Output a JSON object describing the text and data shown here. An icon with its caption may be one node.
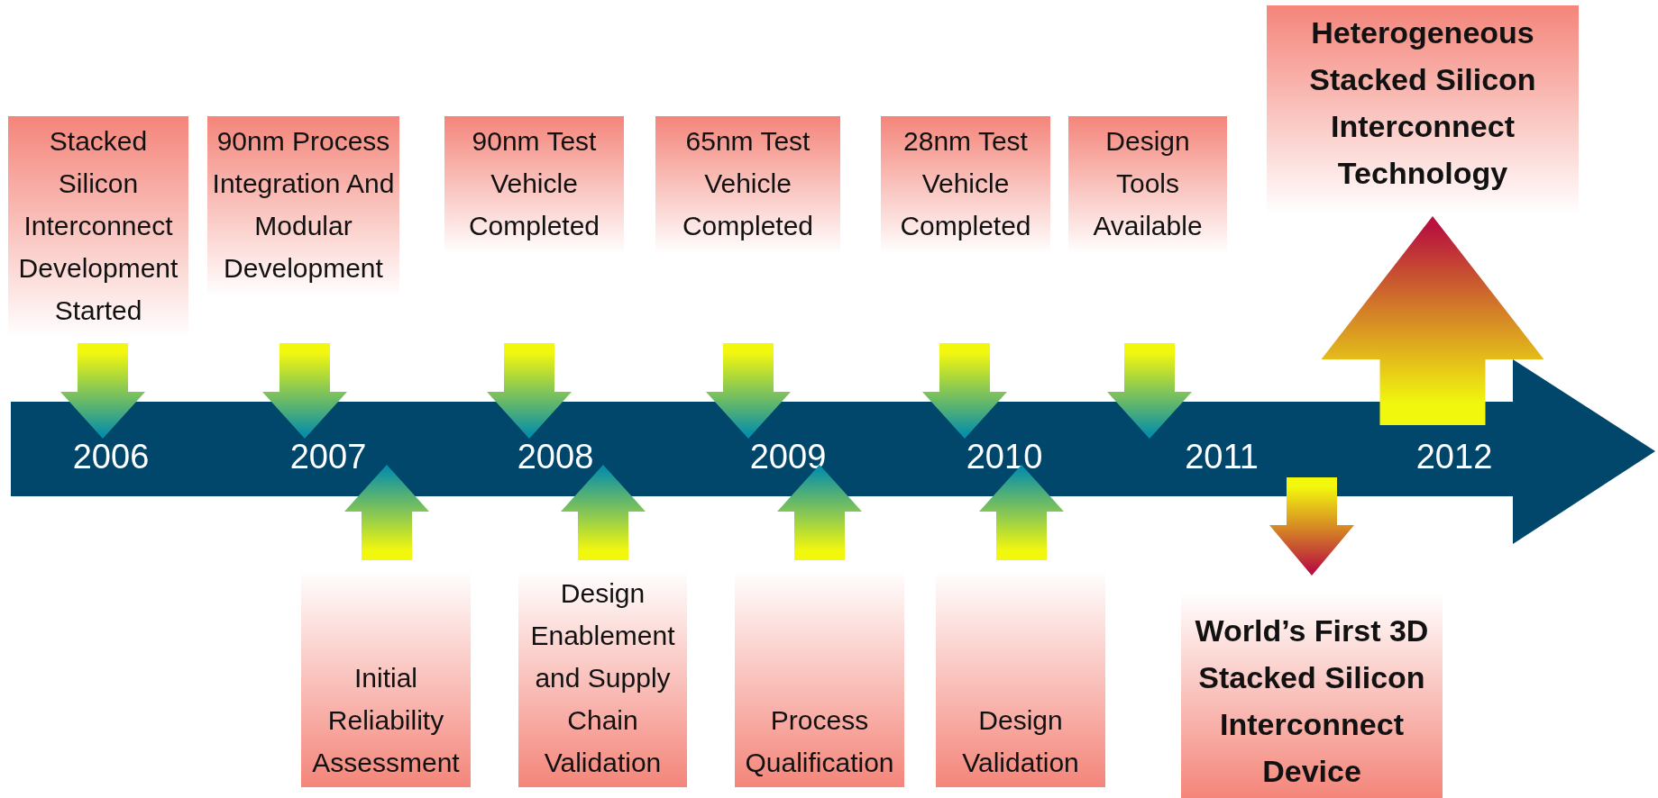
{
  "diagram": {
    "nodes": [
      {
        "text": [
          "Stacked Silicon Interconnect Development Started"
        ]
      },
      {
        "text": [
          "90nm Process Integration And Modular Development"
        ]
      },
      {
        "text": [
          "90nm Test Vehicle Completed"
        ]
      },
      {
        "text": [
          "65nm Test Vehicle Completed"
        ]
      },
      {
        "text": [
          "28nm Test Vehicle Completed"
        ]
      },
      {
        "text": [
          "Design Tools Available"
        ]
      },
      {
        "text": [
          "Heterogeneous Stacked Silicon Interconnect Technology"
        ]
      },
      {
        "text": [
          "2006",
          "2007",
          "2008",
          "2009",
          "2010",
          "2011",
          "2012"
        ]
      },
      {
        "text": [
          "Initial Reliability Assessment"
        ]
      },
      {
        "text": [
          "Design Enablement and Supply Chain Validation"
        ]
      },
      {
        "text": [
          "Process Qualification"
        ]
      },
      {
        "text": [
          "Design Validation"
        ]
      },
      {
        "text": [
          "World’s First 3D Stacked Silicon Interconnect Device"
        ]
      }
    ],
    "edges": [
      {
        "from": 0,
        "to": 7,
        "arrow": "to"
      },
      {
        "from": 1,
        "to": 7,
        "arrow": "to"
      },
      {
        "from": 2,
        "to": 7,
        "arrow": "to"
      },
      {
        "from": 3,
        "to": 7,
        "arrow": "to"
      },
      {
        "from": 4,
        "to": 7,
        "arrow": "to"
      },
      {
        "from": 5,
        "to": 7,
        "arrow": "to"
      },
      {
        "from": 8,
        "to": 7,
        "arrow": "to"
      },
      {
        "from": 9,
        "to": 7,
        "arrow": "to"
      },
      {
        "from": 10,
        "to": 7,
        "arrow": "to"
      },
      {
        "from": 11,
        "to": 7,
        "arrow": "to"
      },
      {
        "from": 7,
        "to": 12,
        "arrow": "to",
        "color": "#b8123e"
      },
      {
        "from": 7,
        "to": 6,
        "arrow": "to",
        "color": "#b8123e"
      }
    ]
  }
}
